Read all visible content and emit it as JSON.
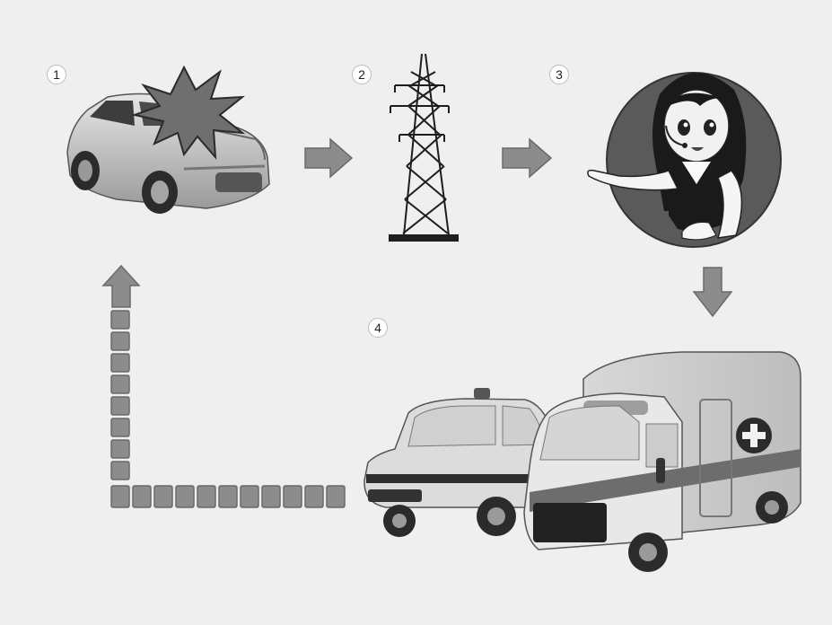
{
  "steps": [
    {
      "number": "1",
      "icon": "crashed-car"
    },
    {
      "number": "2",
      "icon": "transmission-tower"
    },
    {
      "number": "3",
      "icon": "call-center-operator"
    },
    {
      "number": "4",
      "icon": "emergency-vehicles"
    }
  ],
  "colors": {
    "background": "#efefef",
    "arrow_fill": "#8c8c8c",
    "arrow_stroke": "#6a6a6a",
    "operator_circle": "#5a5a5a"
  }
}
